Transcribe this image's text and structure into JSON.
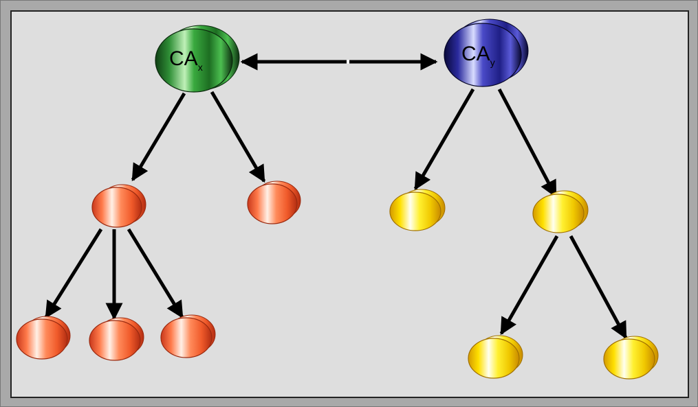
{
  "diagram": {
    "root_x": {
      "label": "CA",
      "subscript": "x"
    },
    "root_y": {
      "label": "CA",
      "subscript": "y"
    },
    "colors": {
      "root_x": "#2e9a3a",
      "root_y": "#2a2a9a",
      "branch_x": "#f06a3a",
      "branch_y": "#f5d000",
      "arrow": "#000000",
      "background": "#dedede"
    }
  }
}
